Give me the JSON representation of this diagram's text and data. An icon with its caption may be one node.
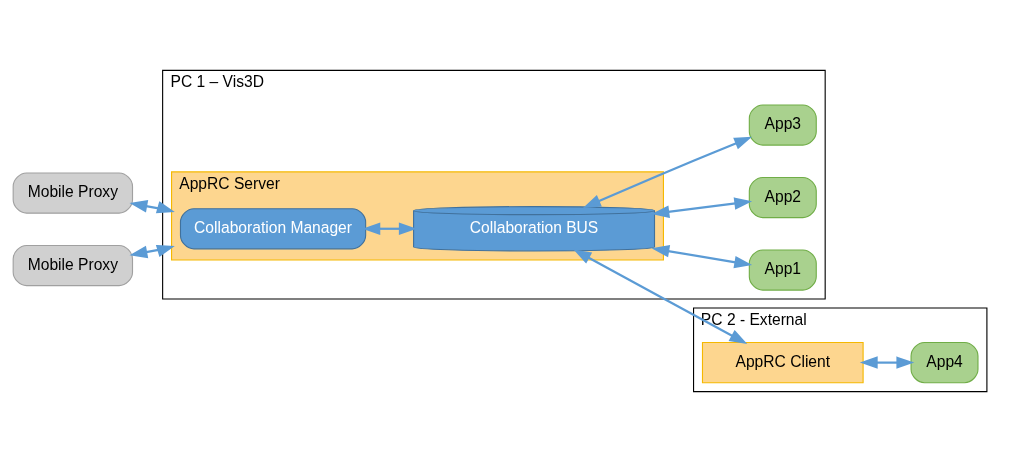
{
  "diagram": {
    "nodes": [
      {
        "text": [
          "PC 1 – Vis3D"
        ]
      },
      {
        "text": [
          "AppRC Server"
        ],
        "in": 0
      },
      {
        "text": [
          "Collaboration Manager"
        ],
        "in": 1
      },
      {
        "text": [
          "Collaboration BUS"
        ],
        "in": 1
      },
      {
        "text": [
          "App1"
        ],
        "in": 0
      },
      {
        "text": [
          "App2"
        ],
        "in": 0
      },
      {
        "text": [
          "App3"
        ],
        "in": 0
      },
      {
        "text": [
          "Mobile Proxy"
        ]
      },
      {
        "text": [
          "Mobile Proxy"
        ]
      },
      {
        "text": [
          "PC 2 - External"
        ]
      },
      {
        "text": [
          "AppRC Client"
        ],
        "in": 9
      },
      {
        "text": [
          "App4"
        ],
        "in": 9
      }
    ],
    "edges": [
      {
        "from": 7,
        "to": 1,
        "arrow": "both"
      },
      {
        "from": 8,
        "to": 1,
        "arrow": "both"
      },
      {
        "from": 2,
        "to": 3,
        "arrow": "both"
      },
      {
        "from": 3,
        "to": 4,
        "arrow": "both"
      },
      {
        "from": 3,
        "to": 5,
        "arrow": "both"
      },
      {
        "from": 3,
        "to": 6,
        "arrow": "both"
      },
      {
        "from": 3,
        "to": 10,
        "arrow": "both"
      },
      {
        "from": 10,
        "to": 11,
        "arrow": "both"
      }
    ]
  }
}
